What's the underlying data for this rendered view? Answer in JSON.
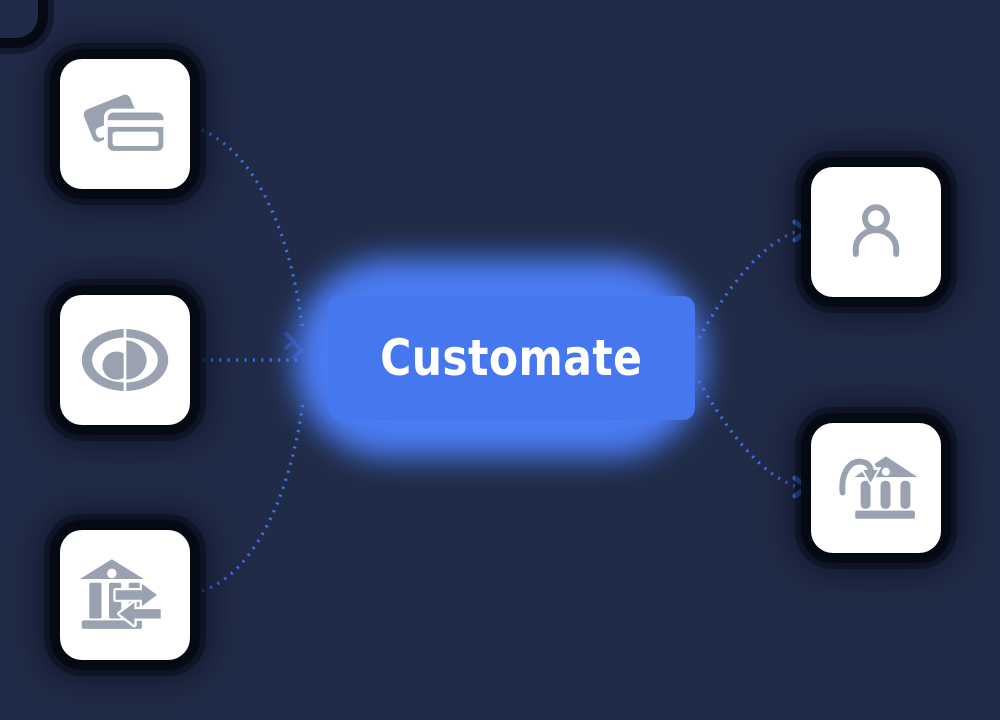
{
  "diagram": {
    "center": {
      "label": "Customate"
    },
    "left_nodes": [
      {
        "name": "credit-cards",
        "icon": "credit-cards-icon"
      },
      {
        "name": "card-scheme-oval-logo",
        "icon": "oval-d-logo-icon"
      },
      {
        "name": "bank-transfer",
        "icon": "bank-transfer-icon"
      }
    ],
    "right_nodes": [
      {
        "name": "person",
        "icon": "person-icon"
      },
      {
        "name": "bank-deposit",
        "icon": "bank-deposit-icon"
      }
    ],
    "connections": [
      {
        "from": "credit-cards",
        "to": "customate"
      },
      {
        "from": "card-scheme-oval-logo",
        "to": "customate"
      },
      {
        "from": "bank-transfer",
        "to": "customate"
      },
      {
        "from": "customate",
        "to": "person"
      },
      {
        "from": "customate",
        "to": "bank-deposit"
      }
    ],
    "colors": {
      "background": "#202b47",
      "node_background": "#ffffff",
      "node_shadow": "#05080f",
      "icon_gray": "#9aa2b1",
      "button_fill": "#4577ee",
      "button_glow": "#4b7cf3",
      "connector_blue": "#3f6ee9",
      "arrow_blue": "#4b82fa",
      "text_white": "#ffffff"
    }
  }
}
